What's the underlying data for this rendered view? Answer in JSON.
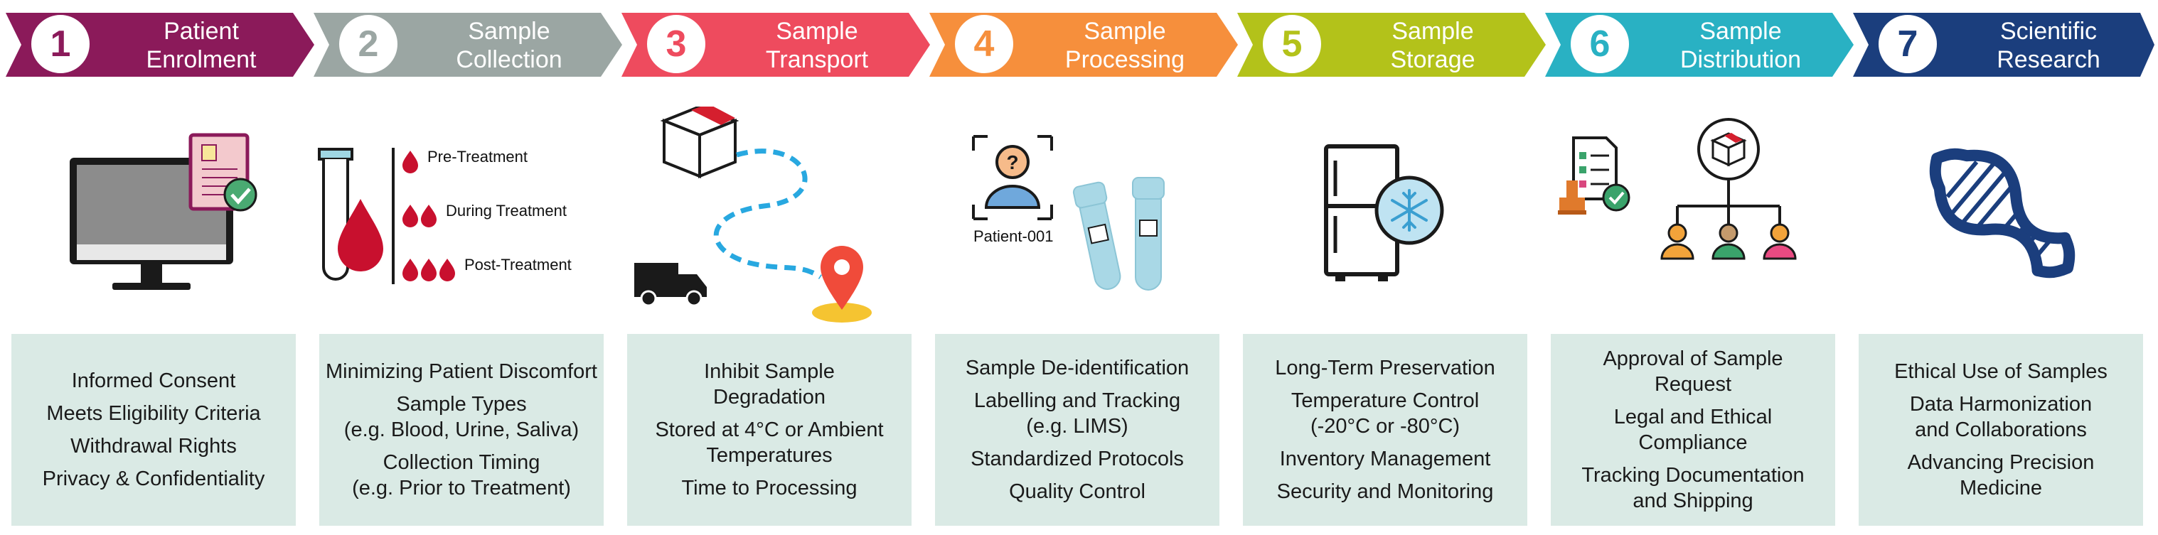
{
  "colors": {
    "step1": "#8b1a5a",
    "step2": "#9ba6a3",
    "step3": "#ee4b5e",
    "step4": "#f68f3c",
    "step5": "#b3c21a",
    "step6": "#29b1c3",
    "step7": "#1b3e7d",
    "box_bg": "#daeae5"
  },
  "steps": [
    {
      "number": "1",
      "title_line1": "Patient",
      "title_line2": "Enrolment",
      "items": [
        "Informed Consent",
        "Meets Eligibility Criteria",
        "Withdrawal Rights",
        "Privacy & Confidentiality"
      ],
      "icons": [
        "monitor-icon",
        "consent-document-icon",
        "checkmark-icon"
      ]
    },
    {
      "number": "2",
      "title_line1": "Sample",
      "title_line2": "Collection",
      "items": [
        "Minimizing Patient Discomfort",
        "Sample Types",
        "(e.g. Blood, Urine, Saliva)",
        "Collection Timing",
        "(e.g. Prior to Treatment)"
      ],
      "timeline": [
        "Pre-Treatment",
        "During Treatment",
        "Post-Treatment"
      ],
      "icons": [
        "blood-tube-icon",
        "blood-drop-icon"
      ]
    },
    {
      "number": "3",
      "title_line1": "Sample",
      "title_line2": "Transport",
      "items": [
        "Inhibit Sample Degradation",
        "Stored at 4°C or Ambient Temperatures",
        "Time to Processing"
      ],
      "icons": [
        "package-icon",
        "delivery-truck-icon",
        "location-pin-icon"
      ]
    },
    {
      "number": "4",
      "title_line1": "Sample",
      "title_line2": "Processing",
      "patient_label": "Patient-001",
      "items": [
        "Sample De-identification",
        "Labelling and Tracking",
        "(e.g. LIMS)",
        "Standardized Protocols",
        "Quality Control"
      ],
      "icons": [
        "anonymous-person-icon",
        "sample-vials-icon"
      ]
    },
    {
      "number": "5",
      "title_line1": "Sample",
      "title_line2": "Storage",
      "items": [
        "Long-Term Preservation",
        "Temperature Control",
        "(-20°C or -80°C)",
        "Inventory Management",
        "Security and Monitoring"
      ],
      "icons": [
        "freezer-icon",
        "snowflake-icon"
      ]
    },
    {
      "number": "6",
      "title_line1": "Sample",
      "title_line2": "Distribution",
      "items": [
        "Approval of Sample Request",
        "Legal and Ethical Compliance",
        "Tracking Documentation and Shipping"
      ],
      "icons": [
        "checklist-icon",
        "stamp-icon",
        "package-icon",
        "people-network-icon"
      ]
    },
    {
      "number": "7",
      "title_line1": "Scientific",
      "title_line2": "Research",
      "items": [
        "Ethical Use of Samples",
        "Data Harmonization and Collaborations",
        "Advancing Precision Medicine"
      ],
      "icons": [
        "dna-icon"
      ]
    }
  ]
}
